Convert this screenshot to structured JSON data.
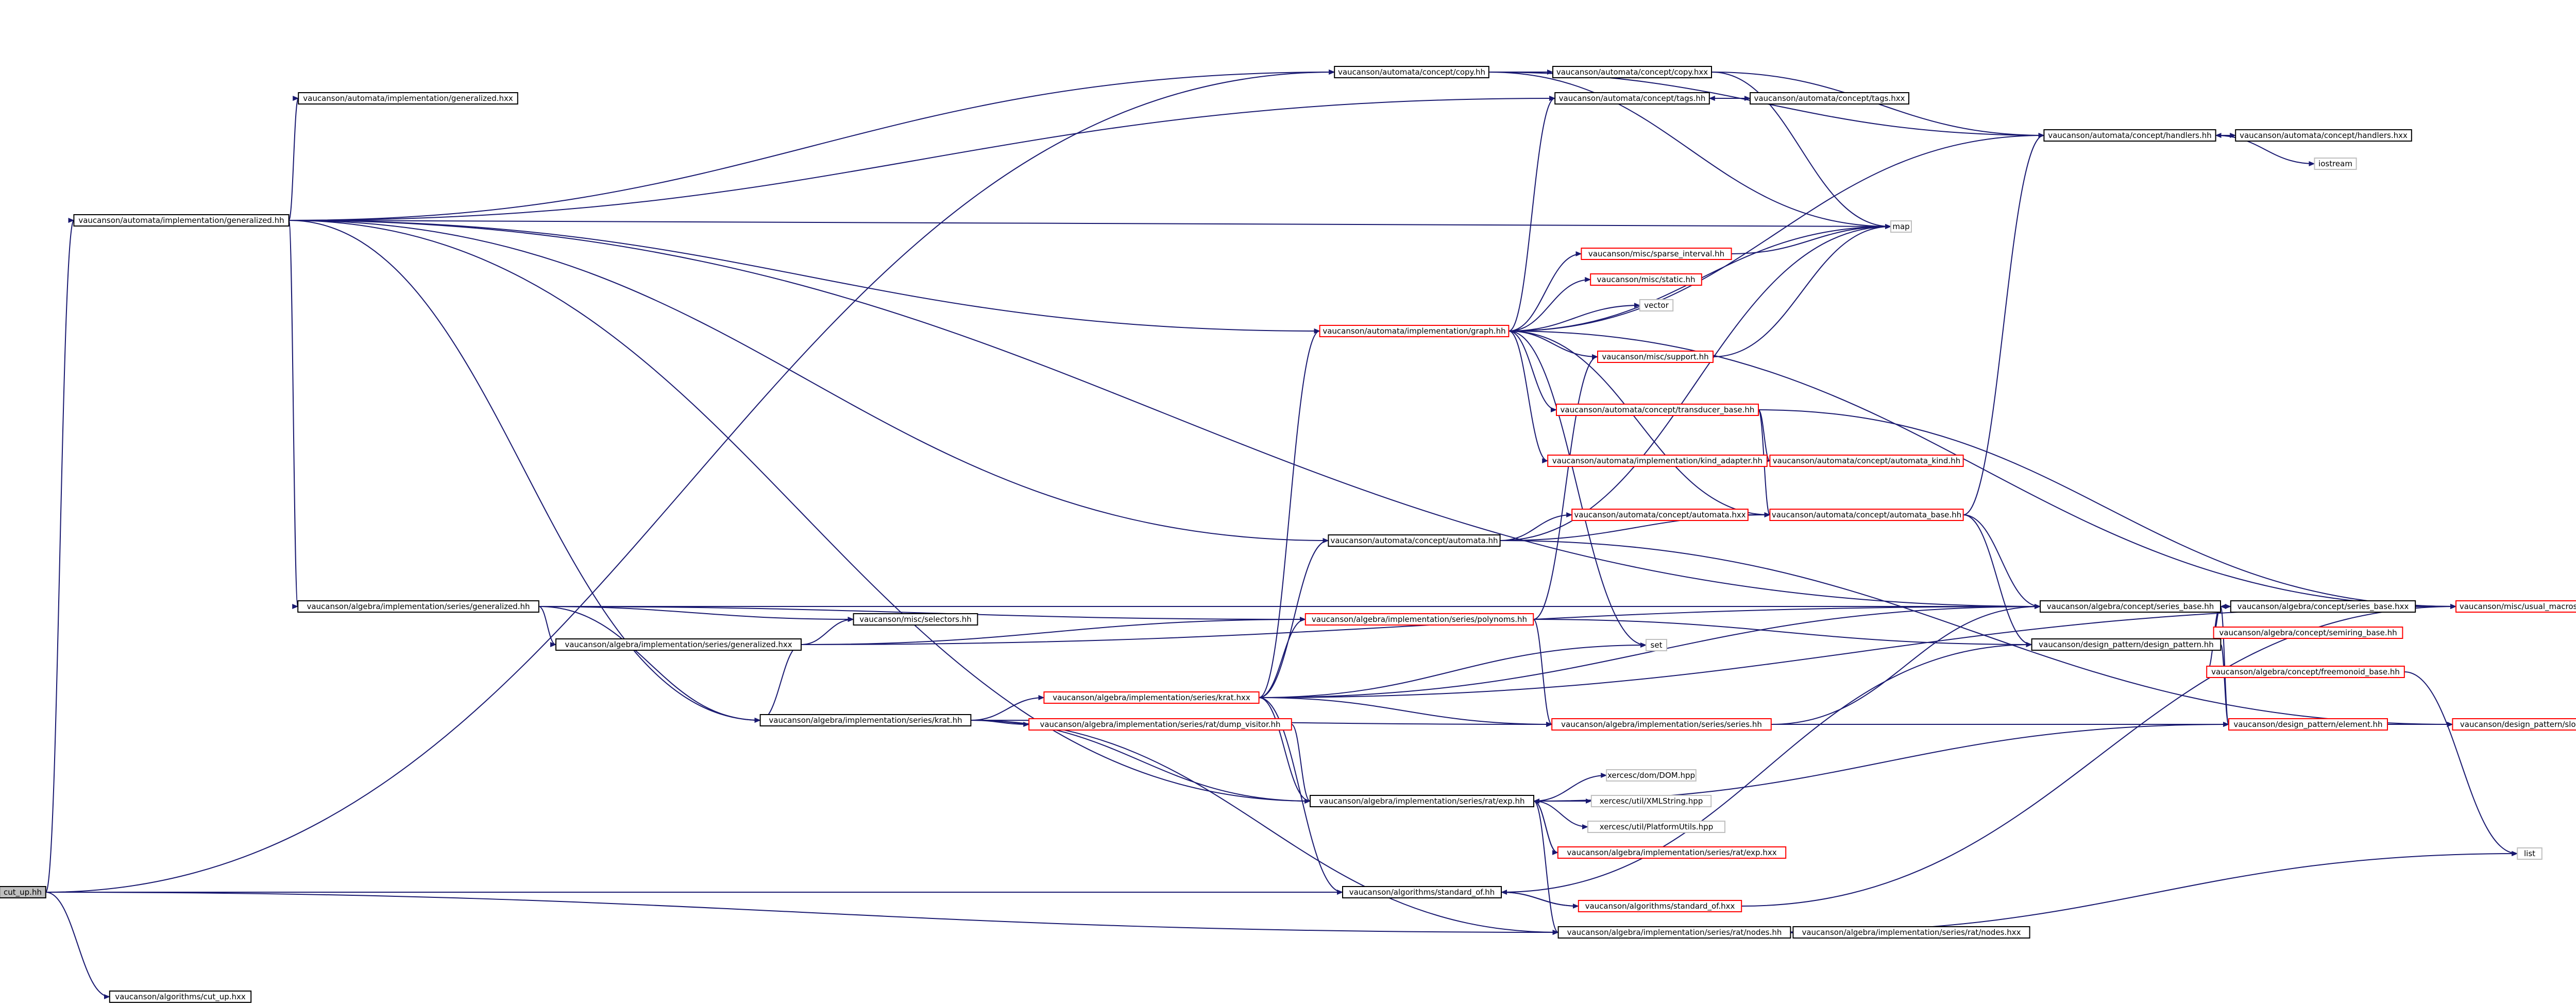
{
  "colors": {
    "edge": "#191970",
    "box_normal": "#000000",
    "box_red": "#ff0000",
    "box_root_fill": "#bfbfbf",
    "box_external": "#bfbfbf",
    "background": "#ffffff"
  },
  "nodes": [
    {
      "id": "cut_up",
      "label": "cut_up.hh",
      "kind": "root"
    },
    {
      "id": "cut_up_hxx",
      "label": "vaucanson/algorithms/cut_up.hxx",
      "kind": "normal"
    },
    {
      "id": "impl_gen_hh",
      "label": "vaucanson/automata/implementation/generalized.hh",
      "kind": "normal"
    },
    {
      "id": "impl_gen_hxx",
      "label": "vaucanson/automata/implementation/generalized.hxx",
      "kind": "normal"
    },
    {
      "id": "ccopy_hh",
      "label": "vaucanson/automata/concept/copy.hh",
      "kind": "normal"
    },
    {
      "id": "ccopy_hxx",
      "label": "vaucanson/automata/concept/copy.hxx",
      "kind": "normal"
    },
    {
      "id": "tags_hh",
      "label": "vaucanson/automata/concept/tags.hh",
      "kind": "normal"
    },
    {
      "id": "tags_hxx",
      "label": "vaucanson/automata/concept/tags.hxx",
      "kind": "normal"
    },
    {
      "id": "handlers_hh",
      "label": "vaucanson/automata/concept/handlers.hh",
      "kind": "normal"
    },
    {
      "id": "handlers_hxx",
      "label": "vaucanson/automata/concept/handlers.hxx",
      "kind": "normal"
    },
    {
      "id": "iostream",
      "label": "iostream",
      "kind": "external"
    },
    {
      "id": "map",
      "label": "map",
      "kind": "external"
    },
    {
      "id": "sparse",
      "label": "vaucanson/misc/sparse_interval.hh",
      "kind": "red"
    },
    {
      "id": "static",
      "label": "vaucanson/misc/static.hh",
      "kind": "red"
    },
    {
      "id": "vector",
      "label": "vector",
      "kind": "external"
    },
    {
      "id": "graph_hh",
      "label": "vaucanson/automata/implementation/graph.hh",
      "kind": "red"
    },
    {
      "id": "support",
      "label": "vaucanson/misc/support.hh",
      "kind": "red"
    },
    {
      "id": "transducer",
      "label": "vaucanson/automata/concept/transducer_base.hh",
      "kind": "red"
    },
    {
      "id": "kind_adapter",
      "label": "vaucanson/automata/implementation/kind_adapter.hh",
      "kind": "red"
    },
    {
      "id": "automata_kind",
      "label": "vaucanson/automata/concept/automata_kind.hh",
      "kind": "red"
    },
    {
      "id": "automata_hxx",
      "label": "vaucanson/automata/concept/automata.hxx",
      "kind": "red"
    },
    {
      "id": "automata_base",
      "label": "vaucanson/automata/concept/automata_base.hh",
      "kind": "red"
    },
    {
      "id": "automata_hh",
      "label": "vaucanson/automata/concept/automata.hh",
      "kind": "normal"
    },
    {
      "id": "series_gen_hh",
      "label": "vaucanson/algebra/implementation/series/generalized.hh",
      "kind": "normal"
    },
    {
      "id": "selectors",
      "label": "vaucanson/misc/selectors.hh",
      "kind": "normal"
    },
    {
      "id": "series_gen_hxx",
      "label": "vaucanson/algebra/implementation/series/generalized.hxx",
      "kind": "normal"
    },
    {
      "id": "polynoms",
      "label": "vaucanson/algebra/implementation/series/polynoms.hh",
      "kind": "red"
    },
    {
      "id": "set",
      "label": "set",
      "kind": "external"
    },
    {
      "id": "series_base_hh",
      "label": "vaucanson/algebra/concept/series_base.hh",
      "kind": "normal"
    },
    {
      "id": "series_base_hxx",
      "label": "vaucanson/algebra/concept/series_base.hxx",
      "kind": "normal"
    },
    {
      "id": "usual_macros",
      "label": "vaucanson/misc/usual_macros.hh",
      "kind": "red"
    },
    {
      "id": "semiring_base",
      "label": "vaucanson/algebra/concept/semiring_base.hh",
      "kind": "red"
    },
    {
      "id": "design_pattern",
      "label": "vaucanson/design_pattern/design_pattern.hh",
      "kind": "normal"
    },
    {
      "id": "freemonoid",
      "label": "vaucanson/algebra/concept/freemonoid_base.hh",
      "kind": "red"
    },
    {
      "id": "krat_hxx",
      "label": "vaucanson/algebra/implementation/series/krat.hxx",
      "kind": "red"
    },
    {
      "id": "krat_hh",
      "label": "vaucanson/algebra/implementation/series/krat.hh",
      "kind": "normal"
    },
    {
      "id": "dump_visitor",
      "label": "vaucanson/algebra/implementation/series/rat/dump_visitor.hh",
      "kind": "red"
    },
    {
      "id": "series_hh",
      "label": "vaucanson/algebra/implementation/series/series.hh",
      "kind": "red"
    },
    {
      "id": "element_hh",
      "label": "vaucanson/design_pattern/element.hh",
      "kind": "red"
    },
    {
      "id": "slots",
      "label": "vaucanson/design_pattern/slots.hh",
      "kind": "red"
    },
    {
      "id": "dom",
      "label": "xercesc/dom/DOM.hpp",
      "kind": "external"
    },
    {
      "id": "xmlstring",
      "label": "xercesc/util/XMLString.hpp",
      "kind": "external"
    },
    {
      "id": "platform",
      "label": "xercesc/util/PlatformUtils.hpp",
      "kind": "external"
    },
    {
      "id": "exp_hh",
      "label": "vaucanson/algebra/implementation/series/rat/exp.hh",
      "kind": "normal"
    },
    {
      "id": "exp_hxx",
      "label": "vaucanson/algebra/implementation/series/rat/exp.hxx",
      "kind": "red"
    },
    {
      "id": "std_of_hh",
      "label": "vaucanson/algorithms/standard_of.hh",
      "kind": "normal"
    },
    {
      "id": "std_of_hxx",
      "label": "vaucanson/algorithms/standard_of.hxx",
      "kind": "red"
    },
    {
      "id": "list",
      "label": "list",
      "kind": "external"
    },
    {
      "id": "nodes_hh",
      "label": "vaucanson/algebra/implementation/series/rat/nodes.hh",
      "kind": "normal"
    },
    {
      "id": "nodes_hxx",
      "label": "vaucanson/algebra/implementation/series/rat/nodes.hxx",
      "kind": "normal"
    }
  ],
  "edges": [
    [
      "cut_up",
      "impl_gen_hh"
    ],
    [
      "cut_up",
      "ccopy_hh"
    ],
    [
      "cut_up",
      "std_of_hh"
    ],
    [
      "cut_up",
      "nodes_hh"
    ],
    [
      "cut_up",
      "cut_up_hxx"
    ],
    [
      "impl_gen_hh",
      "impl_gen_hxx"
    ],
    [
      "impl_gen_hh",
      "ccopy_hh"
    ],
    [
      "impl_gen_hh",
      "tags_hh"
    ],
    [
      "impl_gen_hh",
      "map"
    ],
    [
      "impl_gen_hh",
      "graph_hh"
    ],
    [
      "impl_gen_hh",
      "automata_hh"
    ],
    [
      "impl_gen_hh",
      "series_gen_hh"
    ],
    [
      "impl_gen_hh",
      "krat_hh"
    ],
    [
      "impl_gen_hh",
      "exp_hh"
    ],
    [
      "impl_gen_hh",
      "series_base_hh"
    ],
    [
      "ccopy_hh",
      "ccopy_hxx"
    ],
    [
      "ccopy_hh",
      "handlers_hh"
    ],
    [
      "ccopy_hh",
      "map"
    ],
    [
      "ccopy_hxx",
      "handlers_hh"
    ],
    [
      "ccopy_hxx",
      "map"
    ],
    [
      "tags_hh",
      "tags_hxx"
    ],
    [
      "tags_hxx",
      "tags_hh"
    ],
    [
      "handlers_hh",
      "handlers_hxx"
    ],
    [
      "handlers_hxx",
      "handlers_hh"
    ],
    [
      "handlers_hh",
      "iostream"
    ],
    [
      "graph_hh",
      "tags_hh"
    ],
    [
      "graph_hh",
      "handlers_hh"
    ],
    [
      "graph_hh",
      "map"
    ],
    [
      "graph_hh",
      "sparse"
    ],
    [
      "graph_hh",
      "static"
    ],
    [
      "graph_hh",
      "vector"
    ],
    [
      "graph_hh",
      "support"
    ],
    [
      "graph_hh",
      "transducer"
    ],
    [
      "graph_hh",
      "kind_adapter"
    ],
    [
      "graph_hh",
      "automata_base"
    ],
    [
      "graph_hh",
      "set"
    ],
    [
      "graph_hh",
      "usual_macros"
    ],
    [
      "sparse",
      "map"
    ],
    [
      "support",
      "map"
    ],
    [
      "transducer",
      "automata_base"
    ],
    [
      "transducer",
      "automata_kind"
    ],
    [
      "transducer",
      "usual_macros"
    ],
    [
      "kind_adapter",
      "automata_kind"
    ],
    [
      "automata_hxx",
      "automata_base"
    ],
    [
      "automata_hh",
      "automata_hxx"
    ],
    [
      "automata_hh",
      "automata_base"
    ],
    [
      "automata_hh",
      "map"
    ],
    [
      "automata_hh",
      "slots"
    ],
    [
      "automata_base",
      "handlers_hh"
    ],
    [
      "automata_base",
      "series_base_hh"
    ],
    [
      "automata_base",
      "design_pattern"
    ],
    [
      "series_gen_hh",
      "selectors"
    ],
    [
      "series_gen_hh",
      "series_gen_hxx"
    ],
    [
      "series_gen_hh",
      "polynoms"
    ],
    [
      "series_gen_hh",
      "series_base_hh"
    ],
    [
      "series_gen_hh",
      "krat_hh"
    ],
    [
      "series_gen_hxx",
      "selectors"
    ],
    [
      "series_gen_hxx",
      "polynoms"
    ],
    [
      "series_gen_hxx",
      "krat_hh"
    ],
    [
      "series_gen_hxx",
      "series_base_hh"
    ],
    [
      "polynoms",
      "support"
    ],
    [
      "polynoms",
      "series_hh"
    ],
    [
      "polynoms",
      "design_pattern"
    ],
    [
      "series_base_hh",
      "series_base_hxx"
    ],
    [
      "series_base_hxx",
      "series_base_hh"
    ],
    [
      "series_base_hh",
      "semiring_base"
    ],
    [
      "series_base_hh",
      "freemonoid"
    ],
    [
      "series_base_hh",
      "element_hh"
    ],
    [
      "series_base_hh",
      "usual_macros"
    ],
    [
      "series_base_hxx",
      "usual_macros"
    ],
    [
      "design_pattern",
      "element_hh"
    ],
    [
      "freemonoid",
      "list"
    ],
    [
      "krat_hh",
      "krat_hxx"
    ],
    [
      "krat_hh",
      "dump_visitor"
    ],
    [
      "krat_hh",
      "exp_hh"
    ],
    [
      "krat_hh",
      "series_hh"
    ],
    [
      "krat_hh",
      "nodes_hh"
    ],
    [
      "krat_hxx",
      "graph_hh"
    ],
    [
      "krat_hxx",
      "automata_hh"
    ],
    [
      "krat_hxx",
      "polynoms"
    ],
    [
      "krat_hxx",
      "set"
    ],
    [
      "krat_hxx",
      "series_hh"
    ],
    [
      "krat_hxx",
      "exp_hh"
    ],
    [
      "krat_hxx",
      "std_of_hh"
    ],
    [
      "krat_hxx",
      "usual_macros"
    ],
    [
      "krat_hxx",
      "series_base_hh"
    ],
    [
      "dump_visitor",
      "exp_hh"
    ],
    [
      "series_hh",
      "series_base_hh"
    ],
    [
      "series_hh",
      "slots"
    ],
    [
      "element_hh",
      "slots"
    ],
    [
      "exp_hh",
      "dom"
    ],
    [
      "exp_hh",
      "xmlstring"
    ],
    [
      "exp_hh",
      "platform"
    ],
    [
      "exp_hh",
      "exp_hxx"
    ],
    [
      "exp_hh",
      "nodes_hh"
    ],
    [
      "exp_hh",
      "element_hh"
    ],
    [
      "exp_hxx",
      "exp_hh"
    ],
    [
      "std_of_hh",
      "std_of_hxx"
    ],
    [
      "std_of_hxx",
      "std_of_hh"
    ],
    [
      "std_of_hh",
      "design_pattern"
    ],
    [
      "std_of_hxx",
      "usual_macros"
    ],
    [
      "nodes_hh",
      "nodes_hxx"
    ],
    [
      "nodes_hxx",
      "nodes_hh"
    ],
    [
      "nodes_hh",
      "list"
    ]
  ]
}
